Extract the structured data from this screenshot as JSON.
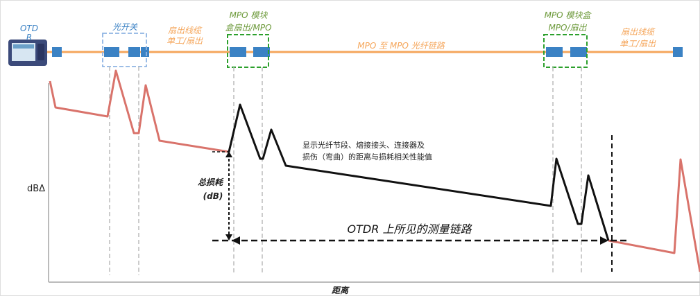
{
  "labels": {
    "otdr": "OTD",
    "otdr_second": "R",
    "optical_switch": "光开关",
    "fanout_left_line1": "扇出线缆",
    "fanout_left_line2": "单工/扇出",
    "mpo_box_left_line1": "MPO 模块",
    "mpo_box_left_line2": "盒扇出/MPO",
    "mpo_link": "MPO 至 MPO 光纤链路",
    "mpo_box_right_line1": "MPO 模块盒",
    "mpo_box_right_line2": "MPO/扇出",
    "fanout_right_line1": "扇出线缆",
    "fanout_right_line2": "单工/扇出",
    "description_line1": "显示光纤节段、熔接接头、连接器及",
    "description_line2": "损伤（弯曲）的距离与损耗相关性能值",
    "total_loss_line1": "总损耗",
    "total_loss_line2": "(dB)",
    "measured_link": "OTDR 上所见的测量链路",
    "y_axis": "dBΔ",
    "x_axis": "距离"
  },
  "colors": {
    "fiber": "#f5a65b",
    "connector": "#3b82c4",
    "switch_box": "#8fb4e3",
    "mpo_box": "#2ca02c",
    "trace_outside": "#d9736b",
    "trace_link": "#111111",
    "label_orange": "#f5a65b",
    "label_blue": "#3b82c4",
    "label_green": "#6d9a3b",
    "axis": "#bbbbbb"
  }
}
